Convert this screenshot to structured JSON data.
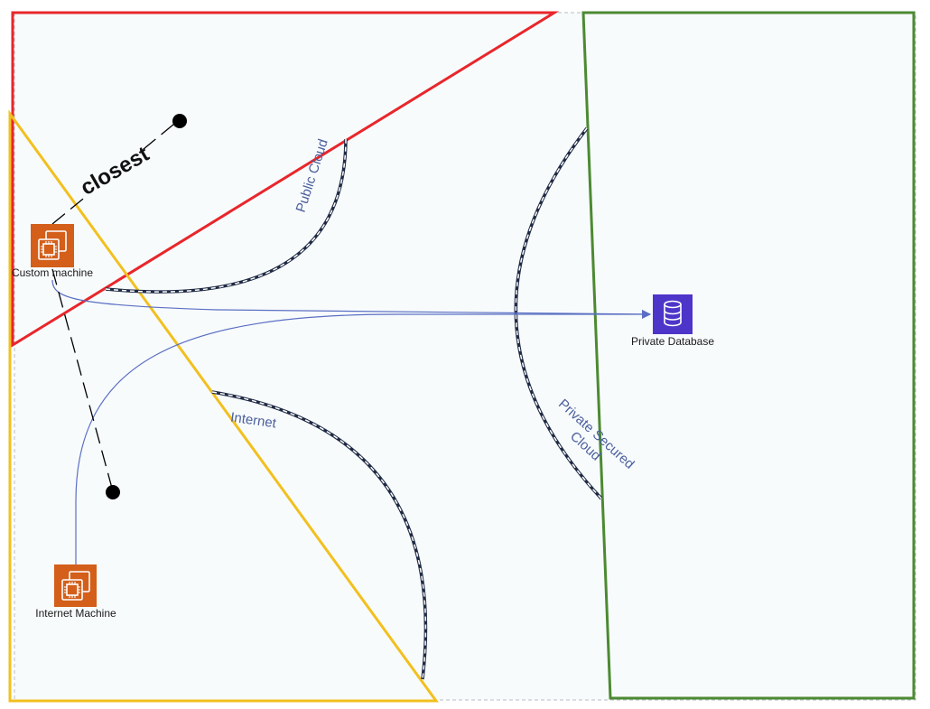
{
  "colors": {
    "canvas_bg": "#f8fbfc",
    "canvas_border": "#b7bec4",
    "public_zone": "#e8262b",
    "internet_zone": "#f2c01e",
    "private_zone": "#4c8a32",
    "connector": "#5a6fc3",
    "arc": "#1f2a44",
    "ec2": "#d35f1a",
    "database": "#4e35c9",
    "label_blue": "#4a5f9c",
    "dot": "#000000"
  },
  "nodes": {
    "custom_machine": {
      "label": "Custom machine",
      "icon": "ec2-instance-icon"
    },
    "internet_machine": {
      "label": "Internet Machine",
      "icon": "ec2-instance-icon"
    },
    "private_database": {
      "label": "Private Database",
      "icon": "database-icon"
    }
  },
  "zones": {
    "public_cloud": {
      "label": "Public Cloud"
    },
    "internet": {
      "label": "Internet"
    },
    "private_secured_cloud": {
      "label_lines": [
        "Private Secured",
        "Cloud"
      ]
    }
  },
  "annotations": {
    "closest": {
      "label": "closest"
    }
  }
}
